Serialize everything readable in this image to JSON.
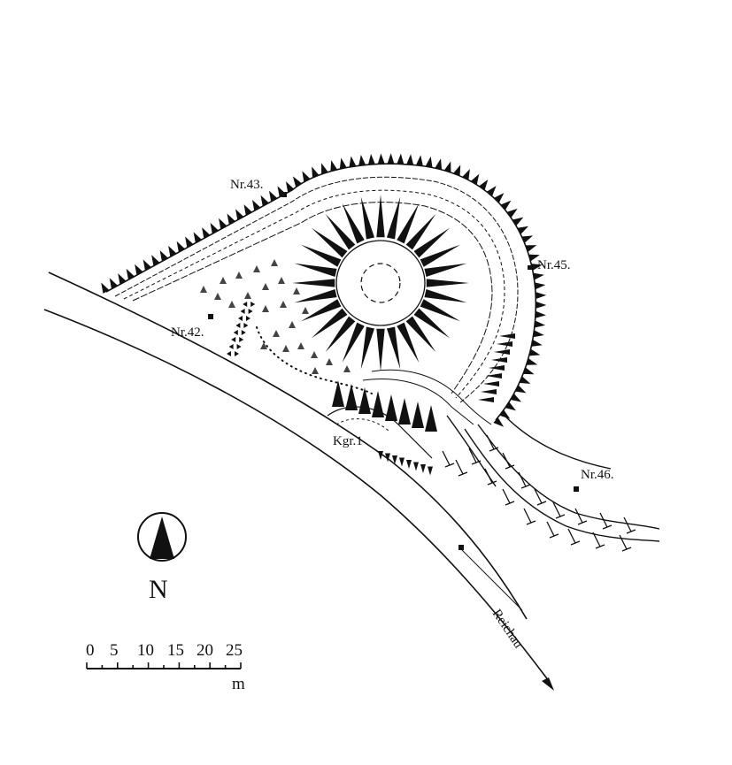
{
  "labels": {
    "nr43": "Nr.43.",
    "nr45": "Nr.45.",
    "nr42": "Nr.42.",
    "nr46": "Nr.46.",
    "kgr": "Kgr.1",
    "river": "Reichau"
  },
  "north": {
    "letter": "N"
  },
  "scale": {
    "ticks": [
      "0",
      "5",
      "10",
      "15",
      "20",
      "25"
    ],
    "unit": "m"
  },
  "colors": {
    "ink": "#111111",
    "paper": "#ffffff"
  }
}
